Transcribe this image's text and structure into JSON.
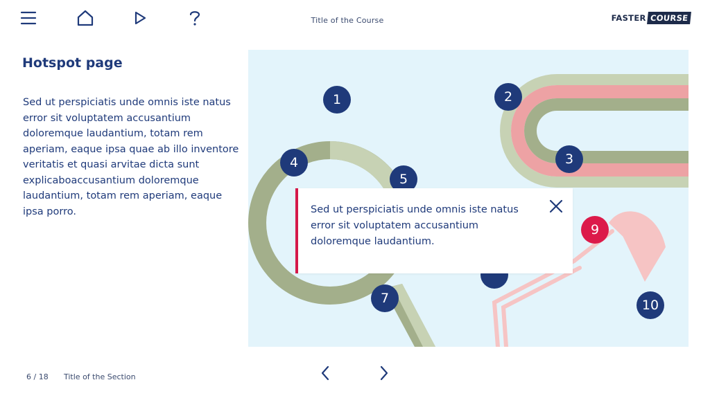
{
  "header": {
    "course_title": "Title of the Course",
    "logo": {
      "part1": "FASTER",
      "part2": "COURSE"
    },
    "icons": [
      "menu-icon",
      "home-icon",
      "play-icon",
      "help-icon"
    ]
  },
  "content": {
    "page_title": "Hotspot page",
    "body": "Sed ut perspiciatis unde omnis iste natus error sit voluptatem accusantium doloremque laudantium, totam rem aperiam, eaque ipsa quae ab illo inventore veritatis et quasi arvitae dicta sunt explicaboaccusantium doloremque laudantium, totam rem aperiam, eaque ipsa porro."
  },
  "hotspots": [
    {
      "label": "1"
    },
    {
      "label": "2"
    },
    {
      "label": "3"
    },
    {
      "label": "4"
    },
    {
      "label": "5"
    },
    {
      "label": "7"
    },
    {
      "label": "9"
    },
    {
      "label": "10"
    }
  ],
  "popup": {
    "text": "Sed ut perspiciatis unde omnis iste natus error sit voluptatem accusantium doloremque laudantium."
  },
  "footer": {
    "page_indicator": "6 / 18",
    "section_title": "Title of the Section"
  },
  "colors": {
    "primary": "#1f3a7a",
    "accent": "#dc1a4a",
    "stage_bg": "#e3f4fb",
    "sage": "#a3af8b",
    "sage_light": "#c7d2b4",
    "pink": "#eda2a4"
  }
}
